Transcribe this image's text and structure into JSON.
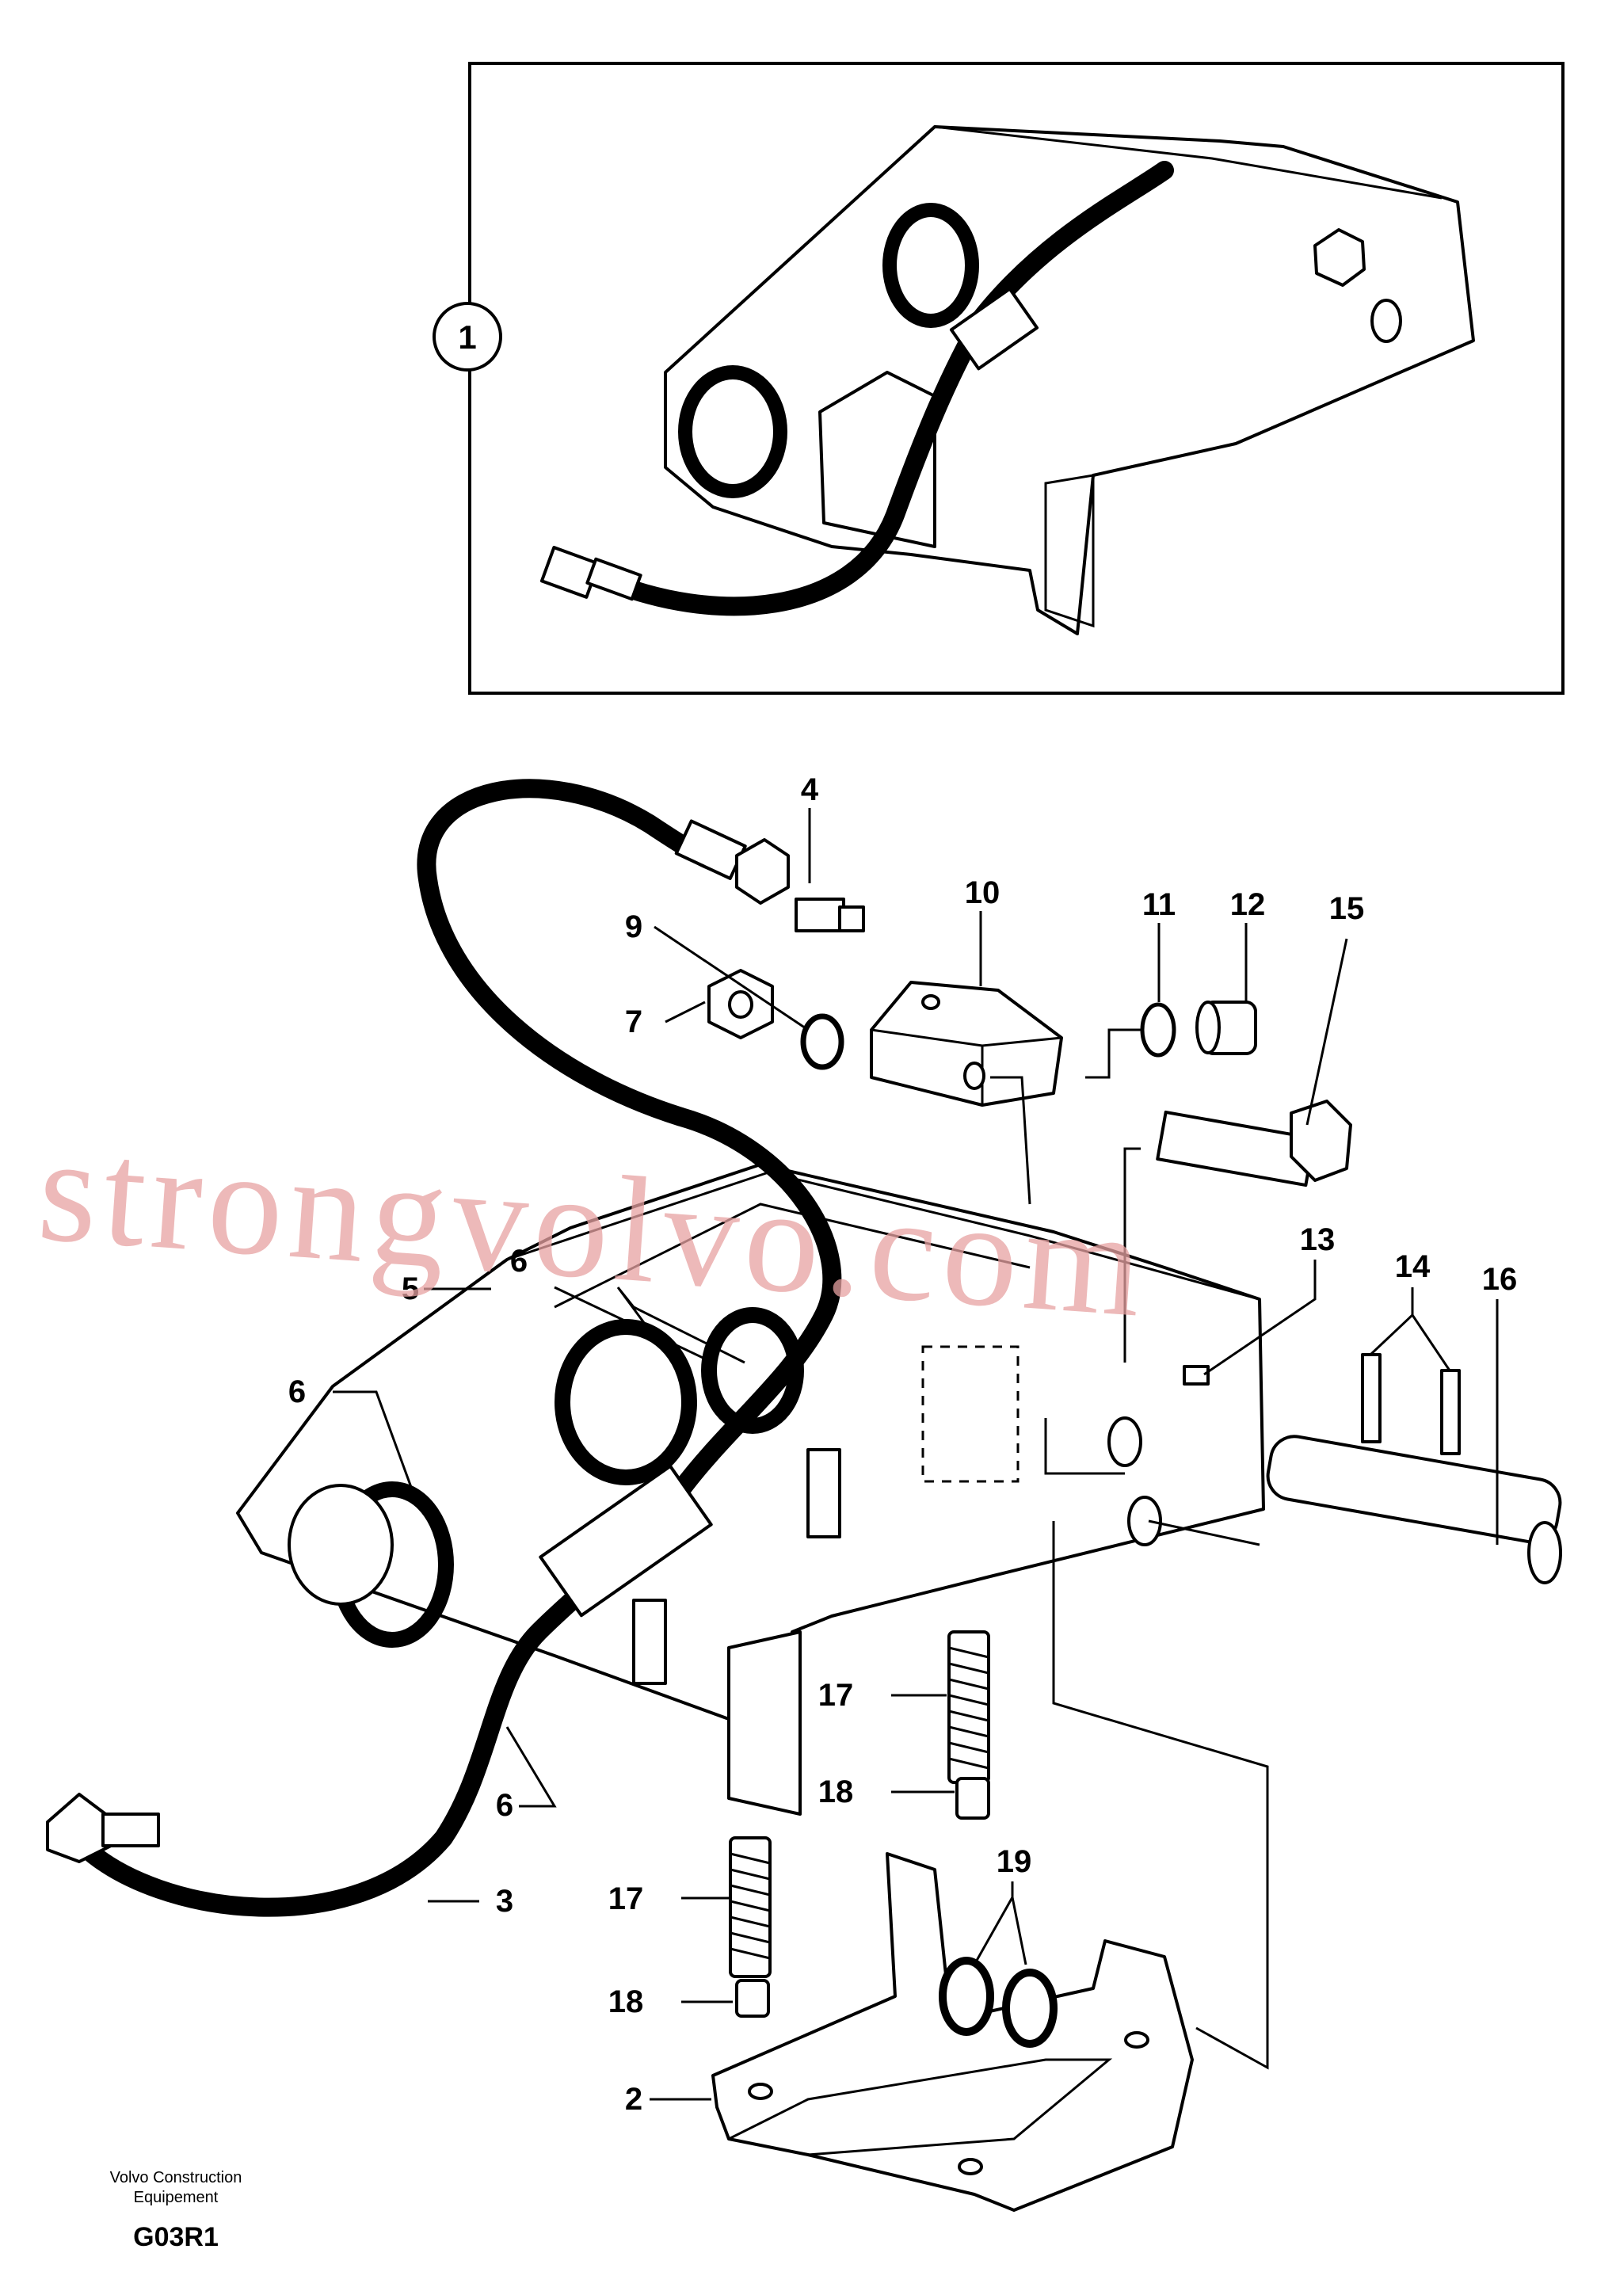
{
  "inset_callout": "1",
  "callouts": [
    "2",
    "3",
    "4",
    "5",
    "6",
    "6",
    "6",
    "7",
    "9",
    "10",
    "11",
    "12",
    "13",
    "14",
    "15",
    "16",
    "17",
    "17",
    "18",
    "18",
    "19"
  ],
  "watermark": "strongvolvo.com",
  "footer": {
    "brand_line1": "Volvo Construction",
    "brand_line2": "Equipement",
    "code": "G03R1"
  },
  "colors": {
    "ink": "#000000",
    "paper": "#ffffff",
    "watermark": "#e7a2a2"
  }
}
